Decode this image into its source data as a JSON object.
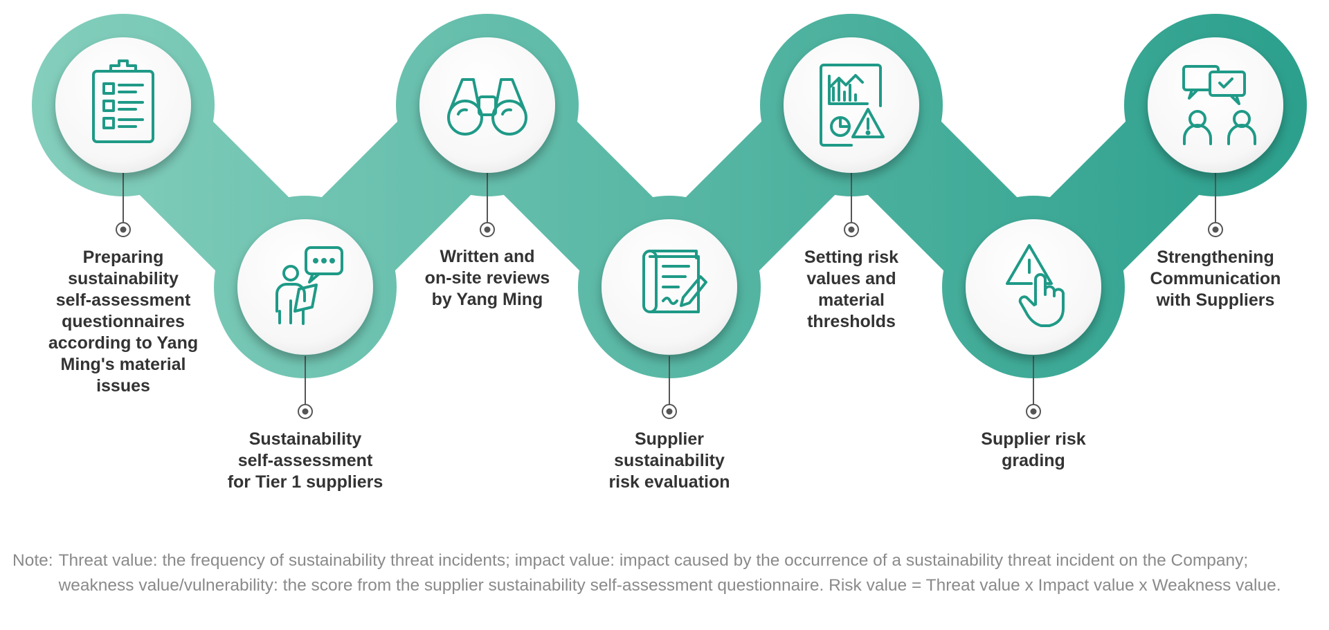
{
  "colors": {
    "ring_start": "#86cfbd",
    "ring_end": "#2a9f8c",
    "icon": "#1f9a87",
    "connector": "#555555",
    "label": "#333333",
    "note": "#8a8a8a"
  },
  "steps": [
    {
      "label": "Preparing\nsustainability\nself-assessment\nquestionnaires\naccording to Yang\nMing's material\nissues",
      "icon": "clipboard-checklist-icon"
    },
    {
      "label": "Sustainability\nself-assessment\nfor Tier 1 suppliers",
      "icon": "presenter-speech-icon"
    },
    {
      "label": "Written and\non-site reviews\nby Yang Ming",
      "icon": "binoculars-icon"
    },
    {
      "label": "Supplier\nsustainability\nrisk evaluation",
      "icon": "document-pen-icon"
    },
    {
      "label": "Setting risk\nvalues and\nmaterial\nthresholds",
      "icon": "report-warning-icon"
    },
    {
      "label": "Supplier risk\ngrading",
      "icon": "warning-hand-icon"
    },
    {
      "label": "Strengthening\nCommunication\nwith Suppliers",
      "icon": "people-chat-icon"
    }
  ],
  "note": {
    "prefix": "Note:",
    "text": "Threat value: the frequency of sustainability threat incidents; impact value: impact caused by the occurrence of a sustainability threat incident on the Company; weakness value/vulnerability: the score from the supplier sustainability self-assessment questionnaire. Risk value = Threat value x Impact value x Weakness value."
  }
}
